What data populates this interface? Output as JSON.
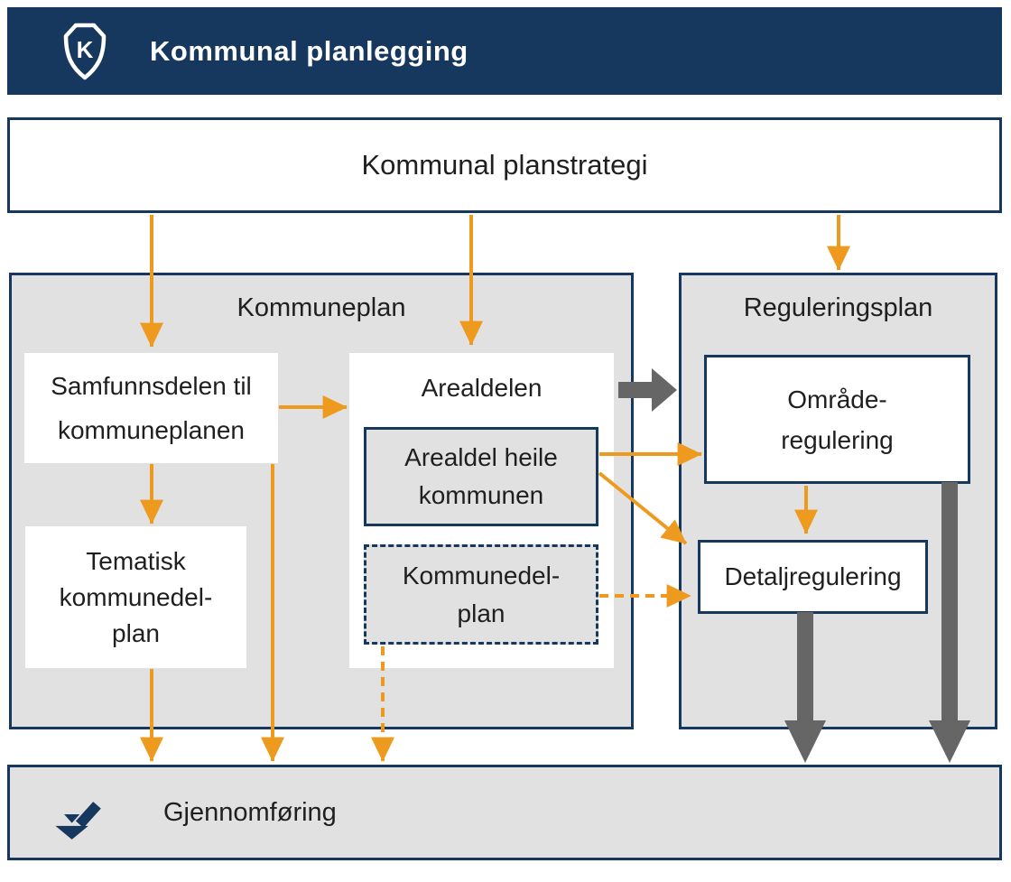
{
  "header": {
    "title": "Kommunal planlegging",
    "shield_letter": "K"
  },
  "planstrategi": {
    "label": "Kommunal planstrategi"
  },
  "kommuneplan": {
    "title": "Kommuneplan",
    "samfunnsdelen": {
      "line1": "Samfunnsdelen til",
      "line2": "kommuneplanen"
    },
    "arealdelen": {
      "title": "Arealdelen"
    },
    "arealdel_heile": {
      "line1": "Arealdel heile",
      "line2": "kommunen"
    },
    "kommunedelplan": {
      "line1": "Kommunedel-",
      "line2": "plan"
    },
    "tematisk": {
      "line1": "Tematisk",
      "line2": "kommunedel-",
      "line3": "plan"
    }
  },
  "reguleringsplan": {
    "title": "Reguleringsplan",
    "omraderegulering": {
      "line1": "Område-",
      "line2": "regulering"
    },
    "detaljregulering": {
      "label": "Detaljregulering"
    }
  },
  "gjennomforing": {
    "label": "Gjennomføring"
  },
  "colors": {
    "navy": "#16375e",
    "orange": "#ee9a1e",
    "panel_gray": "#e1e1e1",
    "arrow_gray": "#666666",
    "text": "#1f1f1f",
    "white": "#ffffff"
  }
}
